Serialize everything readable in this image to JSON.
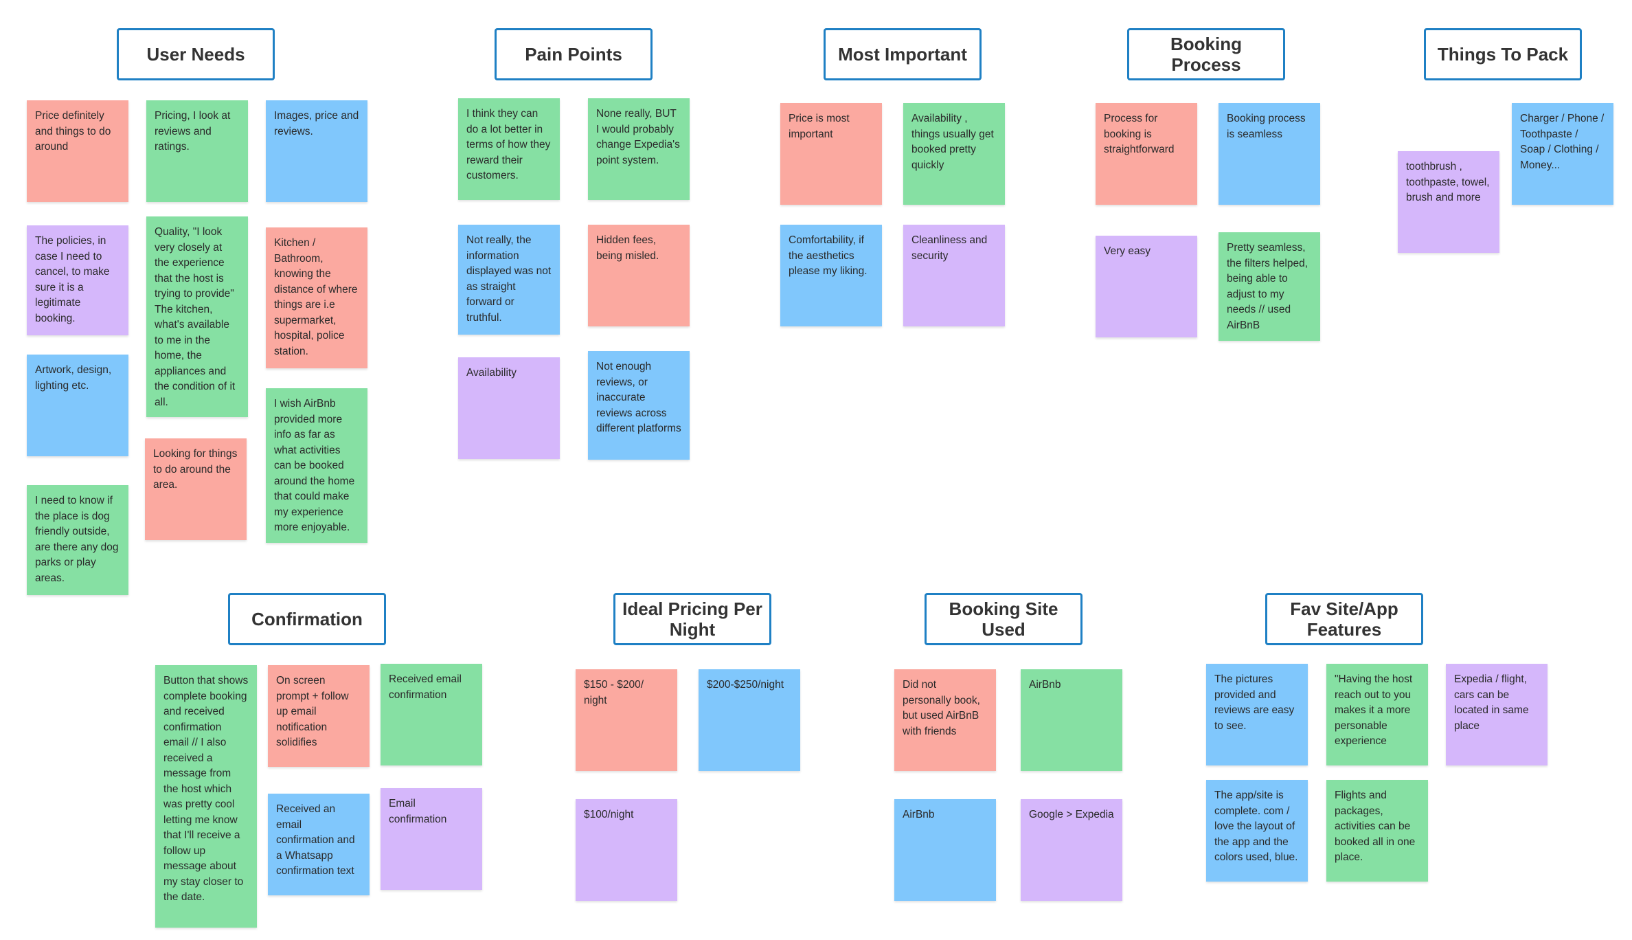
{
  "headers": {
    "user_needs": "User Needs",
    "pain_points": "Pain Points",
    "most_important": "Most Important",
    "booking_process": "Booking Process",
    "things_to_pack": "Things To Pack",
    "confirmation": "Confirmation",
    "ideal_pricing": "Ideal Pricing Per Night",
    "booking_site": "Booking Site Used",
    "fav_features": "Fav Site/App Features"
  },
  "notes": {
    "un1": "Price definitely and things to do around",
    "un2": "Pricing, I look at reviews and ratings.",
    "un3": "Images, price and reviews.",
    "un4": "The policies, in case I need to cancel, to make sure it is a legitimate booking.",
    "un5": "Quality, \"I look very closely at the experience that the host is trying to provide\" The kitchen, what's available to me in the home, the appliances and the condition of it all.",
    "un6": "Kitchen / Bathroom, knowing the distance of where things are i.e supermarket, hospital, police station.",
    "un7": "Artwork, design, lighting etc.",
    "un8": "Looking for things to do around the area.",
    "un9": "I wish AirBnb provided more info as far as what activities can be booked around the home that could make my experience more enjoyable.",
    "un10": "I need to know if the place is dog friendly outside, are there any dog parks or play areas.",
    "pp1": "I think they can do a lot better in terms of how they reward their customers.",
    "pp2": "None really, BUT I would probably change Expedia's point system.",
    "pp3": "Not really, the information displayed was not as straight forward or truthful.",
    "pp4": "Hidden fees, being misled.",
    "pp5": "Availability",
    "pp6": "Not enough reviews, or inaccurate reviews across different platforms",
    "mi1": "Price is most important",
    "mi2": "Availability , things usually get booked pretty quickly",
    "mi3": "Comfortability, if the aesthetics please my liking.",
    "mi4": "Cleanliness and security",
    "bp1": "Process for booking is straightforward",
    "bp2": "Booking process is seamless",
    "bp3": "Very easy",
    "bp4": "Pretty seamless, the filters helped, being able to adjust to my needs // used AirBnB",
    "tp1": "toothbrush , toothpaste, towel, brush and more",
    "tp2": "Charger / Phone / Toothpaste / Soap / Clothing / Money...",
    "cf1": "Button that shows complete booking and received confirmation email // I also received a message from the host which was pretty cool letting me know that I'll receive a follow up message about my stay closer to the date.",
    "cf2": "On screen prompt + follow up email notification solidifies",
    "cf3": "Received email confirmation",
    "cf4": "Received an email confirmation and a Whatsapp confirmation text",
    "cf5": "Email confirmation",
    "ip1": "$150 - $200/ night",
    "ip2": "$200-$250/night",
    "ip3": "$100/night",
    "bs1": "Did not personally book, but used AirBnB with friends",
    "bs2": "AirBnb",
    "bs3": "AirBnb",
    "bs4": "Google > Expedia",
    "ff1": "The pictures provided and reviews are easy to see.",
    "ff2": "\"Having the host reach out to you makes it a more personable experience",
    "ff3": "Expedia / flight, cars can be located in same place",
    "ff4": "The app/site is complete. com / love the layout of the app and the colors used, blue.",
    "ff5": "Flights and packages, activities can be booked all in one place."
  },
  "colors": {
    "red": "#fba9a0",
    "green": "#86e0a3",
    "blue": "#80c7fc",
    "purple": "#d5b7fb",
    "header_border": "#1f80c4"
  }
}
